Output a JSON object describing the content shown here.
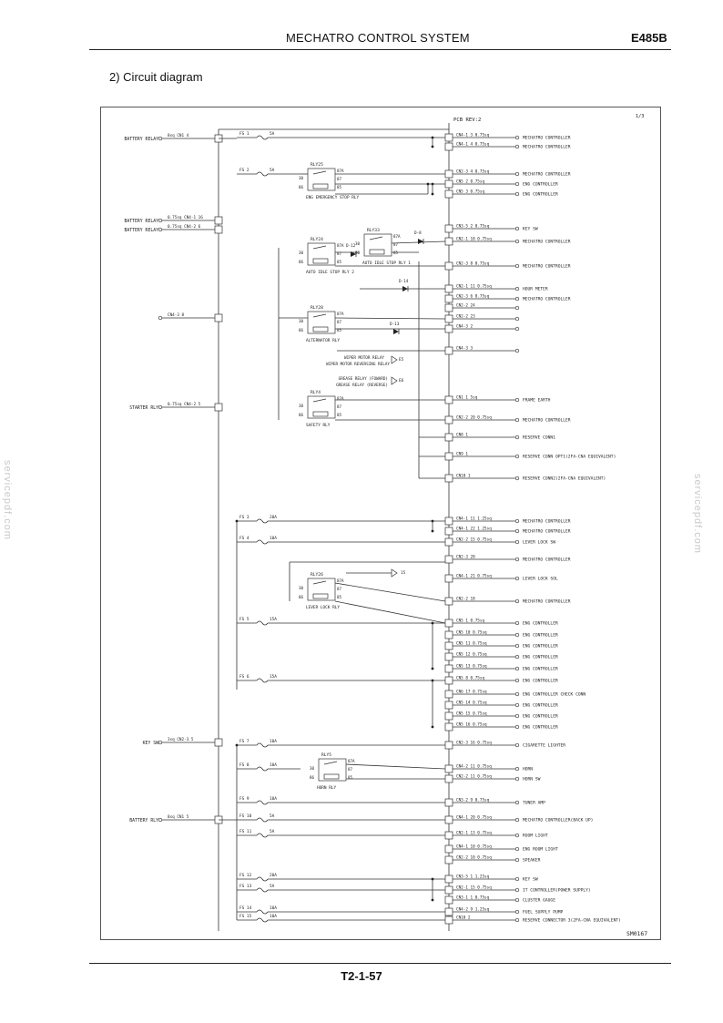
{
  "header": {
    "title": "MECHATRO CONTROL SYSTEM",
    "model": "E485B"
  },
  "section_title": "2)  Circuit diagram",
  "diagram": {
    "page_marker": "1/3",
    "pcb_label": "PCB REV:2",
    "drawing_no": "SM0167",
    "left_inputs": [
      {
        "label": "BATTERY RELAY",
        "wire": "8sq",
        "conn": "CN1 4"
      },
      {
        "label": "BATTERY RELAY",
        "wire": "0.75sq",
        "conn": "CN4-1 16"
      },
      {
        "label": "BATTERY RELAY",
        "wire": "0.75sq",
        "conn": "CN4-2 6"
      },
      {
        "label": "",
        "wire": "",
        "conn": "CN4-3 8"
      },
      {
        "label": "STARTER RLY",
        "wire": "0.75sq",
        "conn": "CN4-2 5"
      },
      {
        "label": "KEY SW",
        "wire": "3sq",
        "conn": "CN2-3 5"
      },
      {
        "label": "BATTERY RLY",
        "wire": "8sq",
        "conn": "CN1 5"
      }
    ],
    "fuses": [
      {
        "name": "FS 1",
        "amp": "5A"
      },
      {
        "name": "FS 2",
        "amp": "5A"
      },
      {
        "name": "FS 3",
        "amp": "20A"
      },
      {
        "name": "FS 4",
        "amp": "10A"
      },
      {
        "name": "FS 5",
        "amp": "15A"
      },
      {
        "name": "FS 6",
        "amp": "15A"
      },
      {
        "name": "FS 7",
        "amp": "10A"
      },
      {
        "name": "FS 8",
        "amp": "10A"
      },
      {
        "name": "FS 9",
        "amp": "10A"
      },
      {
        "name": "FS 10",
        "amp": "5A"
      },
      {
        "name": "FS 11",
        "amp": "5A"
      },
      {
        "name": "FS 12",
        "amp": "20A"
      },
      {
        "name": "FS 13",
        "amp": "5A"
      },
      {
        "name": "FS 14",
        "amp": "10A"
      },
      {
        "name": "FS 15",
        "amp": "10A"
      }
    ],
    "relays": [
      {
        "name": "RLY25",
        "caption": "ENG EMERGENCY STOP RLY"
      },
      {
        "name": "RLY33",
        "caption": "AUTO IDLE STOP RLY 1"
      },
      {
        "name": "RLY24",
        "caption": "AUTO IDLE STOP RLY 2"
      },
      {
        "name": "RLY28",
        "caption": "ALTERNATOR RLY"
      },
      {
        "name": "RLY4",
        "caption": "SAFETY RLY"
      },
      {
        "name": "RLY26",
        "caption": "LEVER LOCK RLY"
      },
      {
        "name": "RLY5",
        "caption": "HORN RLY"
      }
    ],
    "relay_pins": [
      "87A",
      "87",
      "85",
      "86",
      "30"
    ],
    "diodes": [
      "D-8",
      "D-12",
      "D-13",
      "D-14"
    ],
    "wiper_labels": [
      "WIPER MOTOR RELAY",
      "WIPER MOTOR REVERSING RELAY",
      "E5"
    ],
    "grease_labels": [
      "GREASE RELAY (FOWARD)",
      "GREASE RELAY (REVERSE)",
      "E6"
    ],
    "lever_lock_ref": "15",
    "outputs": [
      {
        "conn": "CN4-1 3",
        "wire": "0.75sq",
        "dest": "MECHATRO CONTROLLER"
      },
      {
        "conn": "CN4-1 4",
        "wire": "0.75sq",
        "dest": "MECHATRO CONTROLLER"
      },
      {
        "conn": "CN2-3 4",
        "wire": "0.75sq",
        "dest": "MECHATRO CONTROLLER"
      },
      {
        "conn": "CN5 2",
        "wire": "0.75sq",
        "dest": "ENG CONTROLLER"
      },
      {
        "conn": "CN5 3",
        "wire": "0.75sq",
        "dest": "ENG CONTROLLER"
      },
      {
        "conn": "CN3-5 2",
        "wire": "0.75sq",
        "dest": "KEY SW"
      },
      {
        "conn": "CN2-1 18",
        "wire": "0.75sq",
        "dest": "MECHATRO CONTROLLER"
      },
      {
        "conn": "CN2-3 8",
        "wire": "0.75sq",
        "dest": "MECHATRO CONTROLLER"
      },
      {
        "conn": "CN2-1 11",
        "wire": "0.75sq",
        "dest": "HOUR METER"
      },
      {
        "conn": "CN2-3 6",
        "wire": "0.75sq",
        "dest": "MECHATRO CONTROLLER"
      },
      {
        "conn": "CN2-2 24",
        "wire": "",
        "dest": ""
      },
      {
        "conn": "CN2-2 23",
        "wire": "",
        "dest": ""
      },
      {
        "conn": "CN4-3 2",
        "wire": "",
        "dest": ""
      },
      {
        "conn": "CN4-3 3",
        "wire": "",
        "dest": ""
      },
      {
        "conn": "CN1 1",
        "wire": "5sq",
        "dest": "FRAME EARTH"
      },
      {
        "conn": "CN2-2 20",
        "wire": "0.75sq",
        "dest": "MECHATRO CONTROLLER"
      },
      {
        "conn": "CN8 1",
        "wire": "",
        "dest": "RESERVE CONN1"
      },
      {
        "conn": "CN9 1",
        "wire": "",
        "dest": "RESERVE CONN OPT1(2FA-CNA EQUIVALENT)"
      },
      {
        "conn": "CN10 1",
        "wire": "",
        "dest": "RESERVE CONN2(2FA-CNA EQUIVALENT)"
      },
      {
        "conn": "CN4-1 11",
        "wire": "1.25sq",
        "dest": "MECHATRO CONTROLLER"
      },
      {
        "conn": "CN4-1 22",
        "wire": "1.25sq",
        "dest": "MECHATRO CONTROLLER"
      },
      {
        "conn": "CN2-2 15",
        "wire": "0.75sq",
        "dest": "LEVER LOCK SW"
      },
      {
        "conn": "CN2-3 20",
        "wire": "",
        "dest": "MECHATRO CONTROLLER"
      },
      {
        "conn": "CN4-1 21",
        "wire": "0.75sq",
        "dest": "LEVER LOCK SOL"
      },
      {
        "conn": "CN2-2 18",
        "wire": "",
        "dest": "MECHATRO CONTROLLER"
      },
      {
        "conn": "CN5 1",
        "wire": "0.75sq",
        "dest": "ENG CONTROLLER"
      },
      {
        "conn": "CN5 10",
        "wire": "0.75sq",
        "dest": "ENG CONTROLLER"
      },
      {
        "conn": "CN5 11",
        "wire": "0.75sq",
        "dest": "ENG CONTROLLER"
      },
      {
        "conn": "CN5 12",
        "wire": "0.75sq",
        "dest": "ENG CONTROLLER"
      },
      {
        "conn": "CN5 13",
        "wire": "0.75sq",
        "dest": "ENG CONTROLLER"
      },
      {
        "conn": "CN5 8",
        "wire": "0.75sq",
        "dest": "ENG CONTROLLER"
      },
      {
        "conn": "CN6 17",
        "wire": "0.75sq",
        "dest": "ENG CONTROLLER CHECK CONN"
      },
      {
        "conn": "CN5 14",
        "wire": "0.75sq",
        "dest": "ENG CONTROLLER"
      },
      {
        "conn": "CN5 15",
        "wire": "0.75sq",
        "dest": "ENG CONTROLLER"
      },
      {
        "conn": "CN5 16",
        "wire": "0.75sq",
        "dest": "ENG CONTROLLER"
      },
      {
        "conn": "CN2-3 16",
        "wire": "0.75sq",
        "dest": "CIGARETTE LIGHTER"
      },
      {
        "conn": "CN4-2 11",
        "wire": "0.75sq",
        "dest": "HORN"
      },
      {
        "conn": "CN2-2 11",
        "wire": "0.75sq",
        "dest": "HORN SW"
      },
      {
        "conn": "CN3-2 9",
        "wire": "0.75sq",
        "dest": "TUNER AMP"
      },
      {
        "conn": "CN4-1 20",
        "wire": "0.75sq",
        "dest": "MECHATRO CONTROLLER(BACK UP)"
      },
      {
        "conn": "CN2-1 13",
        "wire": "0.75sq",
        "dest": "ROOM LIGHT"
      },
      {
        "conn": "CN4-1 10",
        "wire": "0.75sq",
        "dest": "ENG ROOM LIGHT"
      },
      {
        "conn": "CN2-2 10",
        "wire": "0.75sq",
        "dest": "SPEAKER"
      },
      {
        "conn": "CN3-5 1",
        "wire": "1.25sq",
        "dest": "KEY SW"
      },
      {
        "conn": "CN2-1 15",
        "wire": "0.75sq",
        "dest": "IT CONTROLLER(POWER SUPPLY)"
      },
      {
        "conn": "CN3-1 1",
        "wire": "0.75sq",
        "dest": "CLUSTER GAUGE"
      },
      {
        "conn": "CN4-2 9",
        "wire": "1.25sq",
        "dest": "FUEL SUPPLY PUMP"
      },
      {
        "conn": "CN10 2",
        "wire": "",
        "dest": "RESERVE CONNECTOR 3(2FA-CNA EQUIVALENT)"
      }
    ]
  },
  "footer": {
    "page": "T2-1-57"
  },
  "watermark": "servicepdf.com"
}
